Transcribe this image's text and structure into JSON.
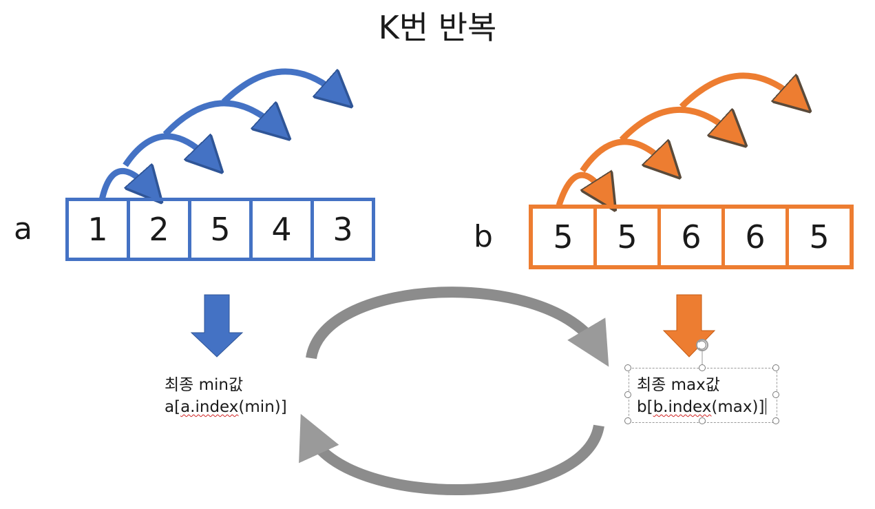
{
  "title": "K번 반복",
  "array_a": {
    "label": "a",
    "values": [
      "1",
      "2",
      "5",
      "4",
      "3"
    ],
    "color": "#4472C4"
  },
  "array_b": {
    "label": "b",
    "values": [
      "5",
      "5",
      "6",
      "6",
      "5"
    ],
    "color": "#ED7D31"
  },
  "result_a": {
    "line1": "최종 min값",
    "line2_prefix": "a[",
    "line2_squiggle": "a.index",
    "line2_suffix": "(min)]"
  },
  "result_b": {
    "line1": "최종 max값",
    "line2_prefix": "b[",
    "line2_squiggle": "b.index",
    "line2_suffix": "(max)]"
  },
  "colors": {
    "blue": "#4472C4",
    "orange": "#ED7D31",
    "gray": "#8C8C8C"
  }
}
